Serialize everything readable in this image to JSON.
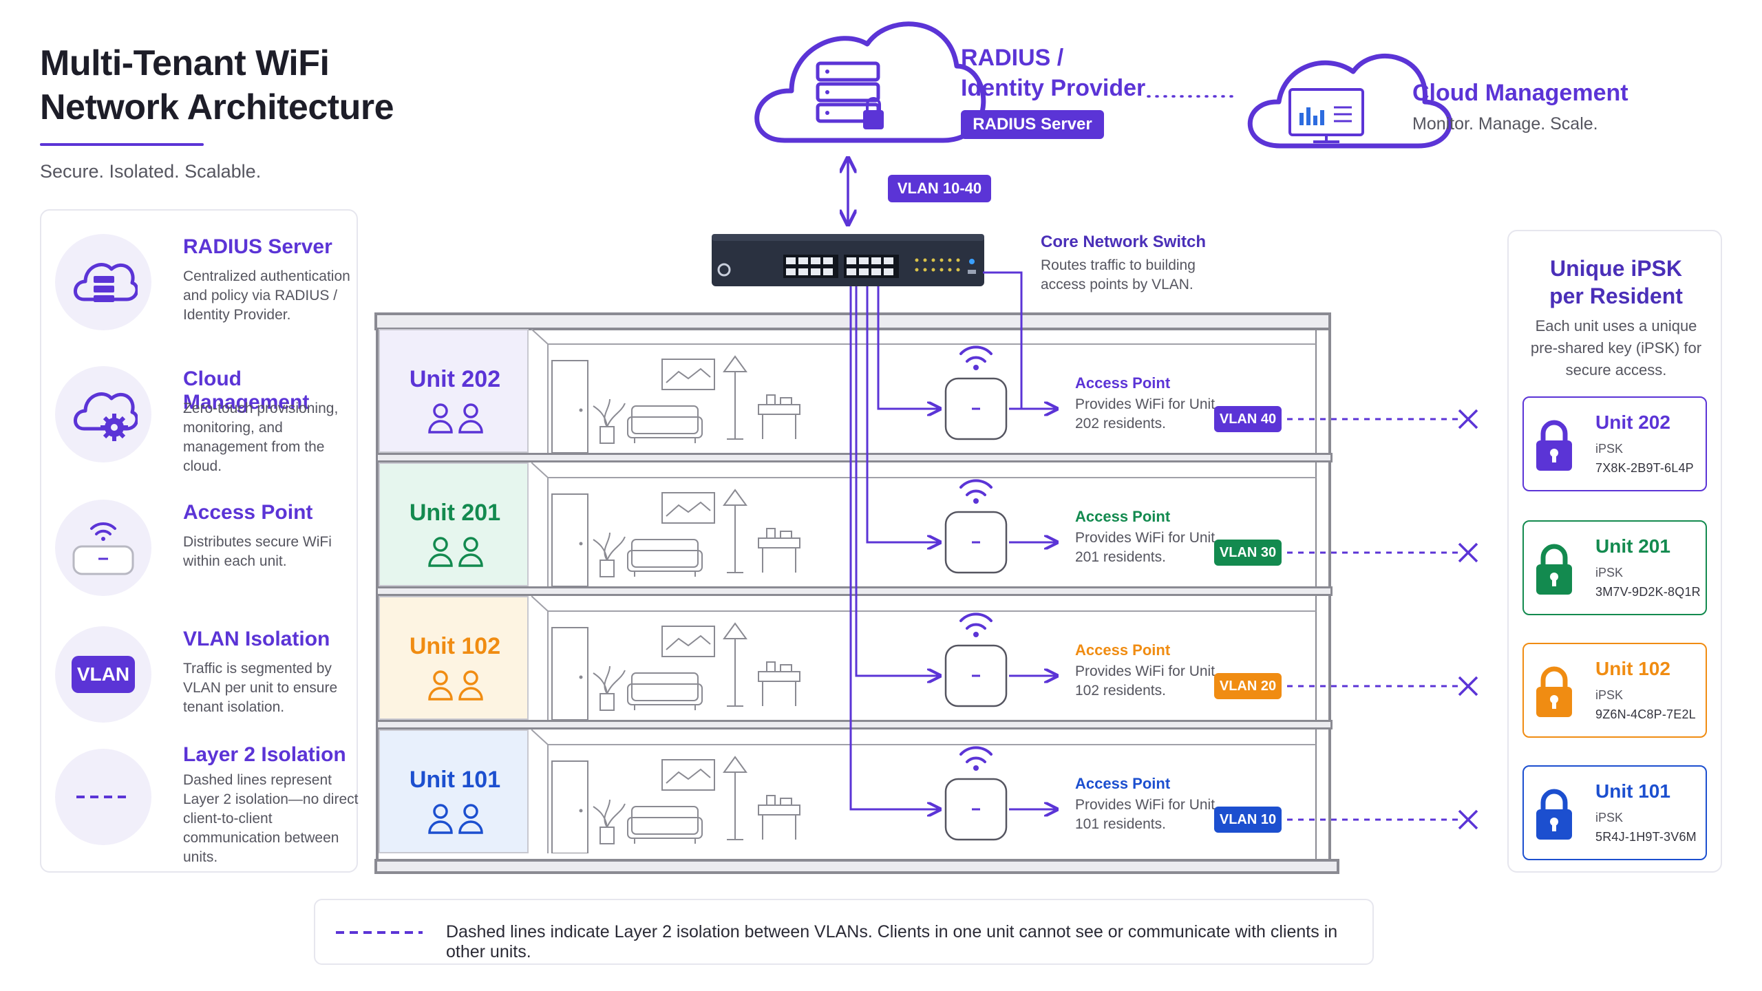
{
  "title": {
    "line1": "Multi-Tenant WiFi",
    "line2": "Network Architecture",
    "subtitle": "Secure. Isolated. Scalable."
  },
  "radius": {
    "title_line1": "RADIUS /",
    "title_line2": "Identity Provider",
    "badge": "RADIUS Server"
  },
  "cloud": {
    "title": "Cloud Management",
    "subtitle": "Monitor. Manage. Scale."
  },
  "uplink_vlan": "VLAN 10-40",
  "switch": {
    "title": "Core Network Switch",
    "desc": "Routes traffic to building access points by VLAN."
  },
  "legend": [
    {
      "title": "RADIUS Server",
      "desc": "Centralized authentication and policy via RADIUS / Identity Provider.",
      "icon": "cloud-server-icon"
    },
    {
      "title": "Cloud Management",
      "desc": "Zero-touch provisioning, monitoring, and management from the cloud.",
      "icon": "cloud-gear-icon"
    },
    {
      "title": "Access Point",
      "desc": "Distributes secure WiFi within each unit.",
      "icon": "access-point-icon"
    },
    {
      "title": "VLAN Isolation",
      "desc": "Traffic is segmented by VLAN per unit to ensure tenant isolation.",
      "icon": "vlan-icon",
      "chip": "VLAN"
    },
    {
      "title": "Layer 2 Isolation",
      "desc": "Dashed lines represent Layer 2 isolation—no direct client-to-client communication between units.",
      "icon": "dashed-line-icon"
    }
  ],
  "floors": [
    {
      "unit": "Unit 202",
      "ap_title": "Access Point",
      "ap_desc": "Provides WiFi for Unit 202 residents.",
      "vlan": "VLAN 40",
      "color": "#5b34d6",
      "tint": "#f1effb"
    },
    {
      "unit": "Unit 201",
      "ap_title": "Access Point",
      "ap_desc": "Provides WiFi for Unit 201 residents.",
      "vlan": "VLAN 30",
      "color": "#138a4f",
      "tint": "#e6f6ee"
    },
    {
      "unit": "Unit 102",
      "ap_title": "Access Point",
      "ap_desc": "Provides WiFi for Unit 102 residents.",
      "vlan": "VLAN 20",
      "color": "#f08c12",
      "tint": "#fdf4e2"
    },
    {
      "unit": "Unit 101",
      "ap_title": "Access Point",
      "ap_desc": "Provides WiFi for Unit 101 residents.",
      "vlan": "VLAN 10",
      "color": "#1c4fcf",
      "tint": "#e8f0fc"
    }
  ],
  "ipsk": {
    "title_line1": "Unique iPSK",
    "title_line2": "per Resident",
    "desc": "Each unit uses a unique pre-shared key (iPSK) for secure access.",
    "cards": [
      {
        "unit": "Unit 202",
        "label": "iPSK",
        "key": "7X8K-2B9T-6L4P",
        "color": "#5b34d6"
      },
      {
        "unit": "Unit 201",
        "label": "iPSK",
        "key": "3M7V-9D2K-8Q1R",
        "color": "#138a4f"
      },
      {
        "unit": "Unit 102",
        "label": "iPSK",
        "key": "9Z6N-4C8P-7E2L",
        "color": "#f08c12"
      },
      {
        "unit": "Unit 101",
        "label": "iPSK",
        "key": "5R4J-1H9T-3V6M",
        "color": "#1c4fcf"
      }
    ]
  },
  "footer": "Dashed lines indicate Layer 2 isolation between VLANs. Clients in one unit cannot see or communicate with clients in other units."
}
